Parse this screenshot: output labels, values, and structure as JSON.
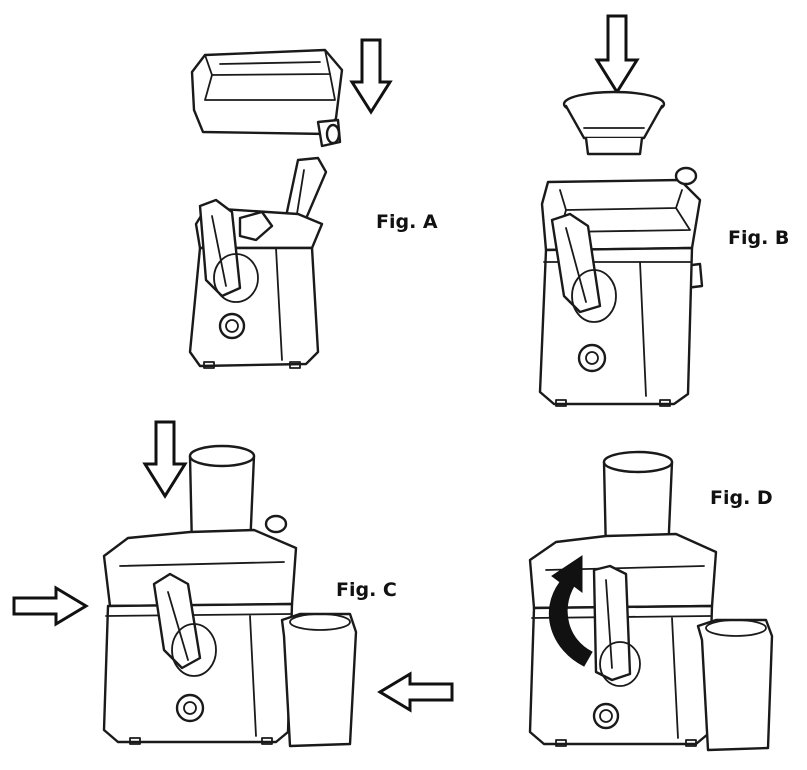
{
  "figures": [
    {
      "id": "a",
      "label": "Fig. A"
    },
    {
      "id": "b",
      "label": "Fig. B"
    },
    {
      "id": "c",
      "label": "Fig. C"
    },
    {
      "id": "d",
      "label": "Fig. D"
    }
  ],
  "icons": {
    "arrow_down": "down-arrow-icon",
    "arrow_right": "right-arrow-icon",
    "arrow_left": "left-arrow-icon",
    "rotate": "curved-rotate-arrow-icon"
  }
}
